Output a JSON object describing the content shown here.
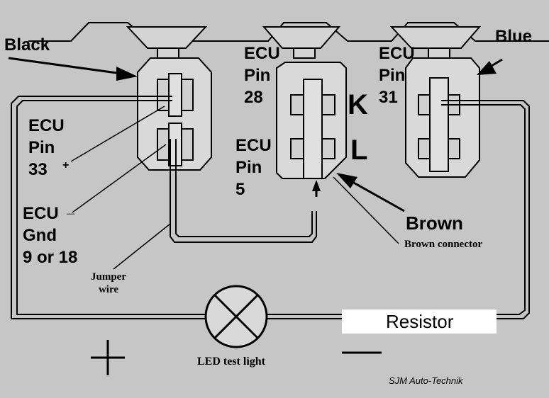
{
  "labels": {
    "black": "Black",
    "blue": "Blue",
    "brown": "Brown",
    "brown_connector": "Brown connector",
    "k": "K",
    "l": "L",
    "jumper_wire": [
      "Jumper",
      "wire"
    ],
    "led_test_light": "LED test light",
    "resistor": "Resistor",
    "credit": "SJM Auto-Technik",
    "plus_small": "+",
    "minus_small": "_",
    "plus_symbol": "+",
    "minus_symbol": "—"
  },
  "ecu_pins": {
    "pin28": [
      "ECU",
      "Pin",
      "28"
    ],
    "pin31": [
      "ECU",
      "Pin",
      "31"
    ],
    "pin33": [
      "ECU",
      "Pin",
      "33"
    ],
    "pin5": [
      "ECU",
      "Pin",
      "5"
    ],
    "gnd": [
      "ECU",
      "Gnd",
      "9 or 18"
    ]
  },
  "colors": {
    "background": "#c6c6c6",
    "line": "#000000",
    "resistor_box": "#ffffff"
  }
}
